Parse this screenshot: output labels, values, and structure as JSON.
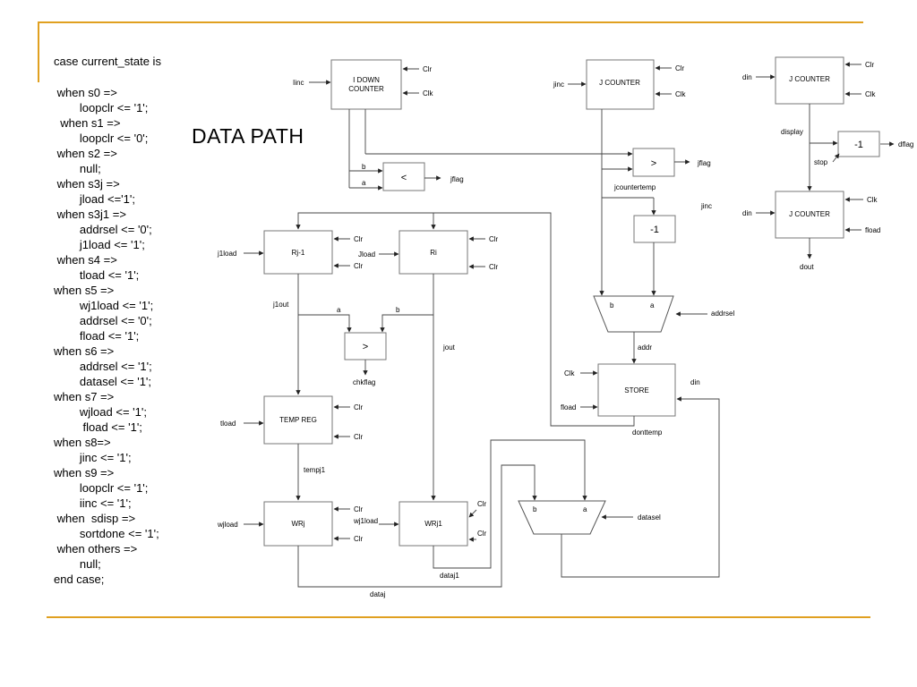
{
  "slide": {
    "accent_color": "#e0a020"
  },
  "title": "DATA PATH",
  "code": [
    "case current_state is",
    " when s0 =>",
    "        loopclr <= '1';",
    "  when s1 =>",
    "        loopclr <= '0';",
    " when s2 =>",
    "        null;",
    " when s3j =>",
    "        jload <='1';",
    " when s3j1 =>",
    "        addrsel <= '0';",
    "        j1load <= '1';",
    " when s4 =>",
    "        tload <= '1';",
    "when s5 =>",
    "        wj1load <= '1';",
    "        addrsel <= '0';",
    "        fload <= '1';",
    "when s6 =>",
    "        addrsel <= '1';",
    "        datasel <= '1';",
    "when s7 =>",
    "        wjload <= '1';",
    "         fload <= '1';",
    "when s8=>",
    "        jinc <= '1';",
    "when s9 =>",
    "        loopclr <= '1';",
    "        iinc <= '1';",
    " when  sdisp =>",
    "        sortdone <= '1';",
    " when others =>",
    "        null;",
    "end case;"
  ],
  "blocks": {
    "idown": {
      "line1": "I DOWN",
      "line2": "COUNTER"
    },
    "jcounter": "J COUNTER",
    "jcounter_top": "J COUNTER",
    "jcounter_bottom": "J COUNTER",
    "rj1": "Rj-1",
    "ri": "Ri",
    "tempreg": "TEMP REG",
    "wrj": "WRj",
    "wrj1": "WRj1",
    "store": "STORE",
    "cmp_lt": "<",
    "cmp_gt_j": ">",
    "cmp_gt_chk": ">",
    "minus1_j": "-1",
    "minus1_disp": "-1"
  },
  "labels": {
    "iinc": "Iinc",
    "clr": "Clr",
    "clk": "Clk",
    "jinc": "jinc",
    "jinc2": "jinc",
    "din": "din",
    "din2": "din",
    "din3": "din",
    "display": "display",
    "stop": "stop",
    "dflag": "dflag",
    "fload": "fload",
    "fload2": "fload",
    "dout": "dout",
    "b": "b",
    "a": "a",
    "jflag": "jflag",
    "jflag2": "jflag",
    "jcountertemp": "jcountertemp",
    "j1load": "j1load",
    "jload": "Jload",
    "j1out": "j1out",
    "jout": "jout",
    "chkflag": "chkflag",
    "addrsel": "addrsel",
    "addr": "addr",
    "tload": "tload",
    "donttemp": "donttemp",
    "tempj1": "tempj1",
    "wjload": "wjload",
    "wj1load": "wj1load",
    "datasel": "datasel",
    "dataj1": "dataj1",
    "dataj": "dataj"
  }
}
